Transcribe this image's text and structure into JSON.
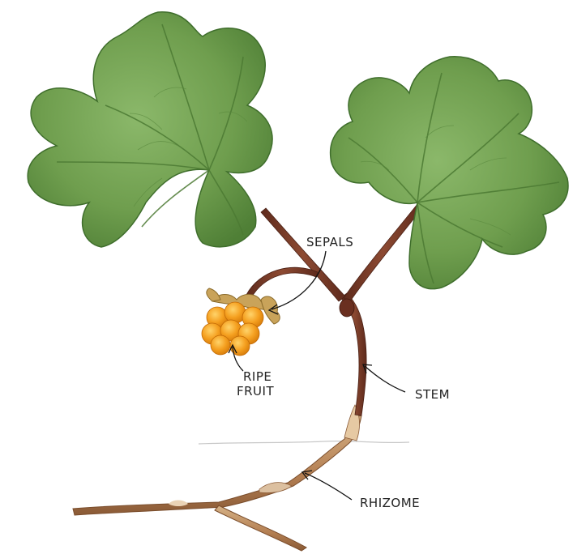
{
  "labels": {
    "sepals": "SEPALS",
    "ripe_fruit_line1": "RIPE",
    "ripe_fruit_line2": "FRUIT",
    "stem": "STEM",
    "rhizome": "RHIZOME"
  },
  "colors": {
    "leaf": "#6f9e4e",
    "leaf_dark": "#3f6e2c",
    "stem": "#7a3a28",
    "rhizome": "#b9865a",
    "fruit": "#f39a1c",
    "label_text": "#222222"
  }
}
